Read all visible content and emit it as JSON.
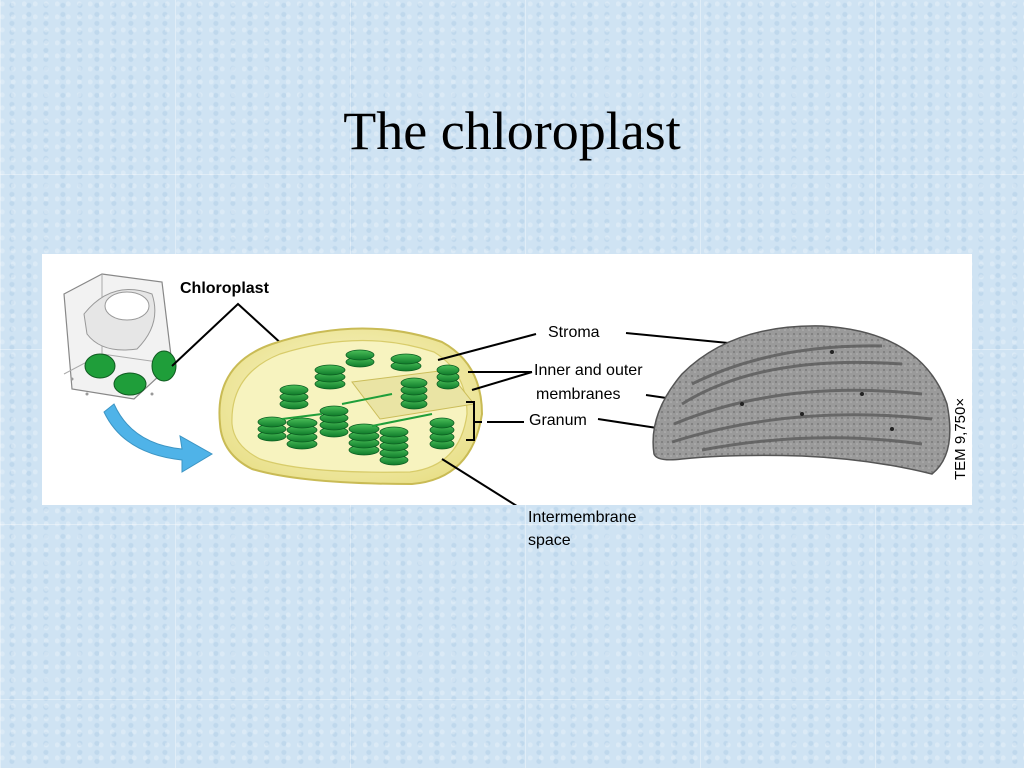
{
  "slide": {
    "title": "The chloroplast"
  },
  "diagram": {
    "labels": {
      "chloroplast": "Chloroplast",
      "stroma": "Stroma",
      "inner_outer_membranes_line1": "Inner and outer",
      "inner_outer_membranes_line2": "membranes",
      "granum": "Granum",
      "intermembrane_space_line1": "Intermembrane",
      "intermembrane_space_line2": "space",
      "magnification": "TEM 9,750×"
    },
    "colors": {
      "thylakoid_green": "#1f9e3a",
      "chloroplast_envelope": "#f4eea0",
      "arrow_blue": "#4fb3e8",
      "micrograph_gray": "#8a8a8a"
    }
  }
}
